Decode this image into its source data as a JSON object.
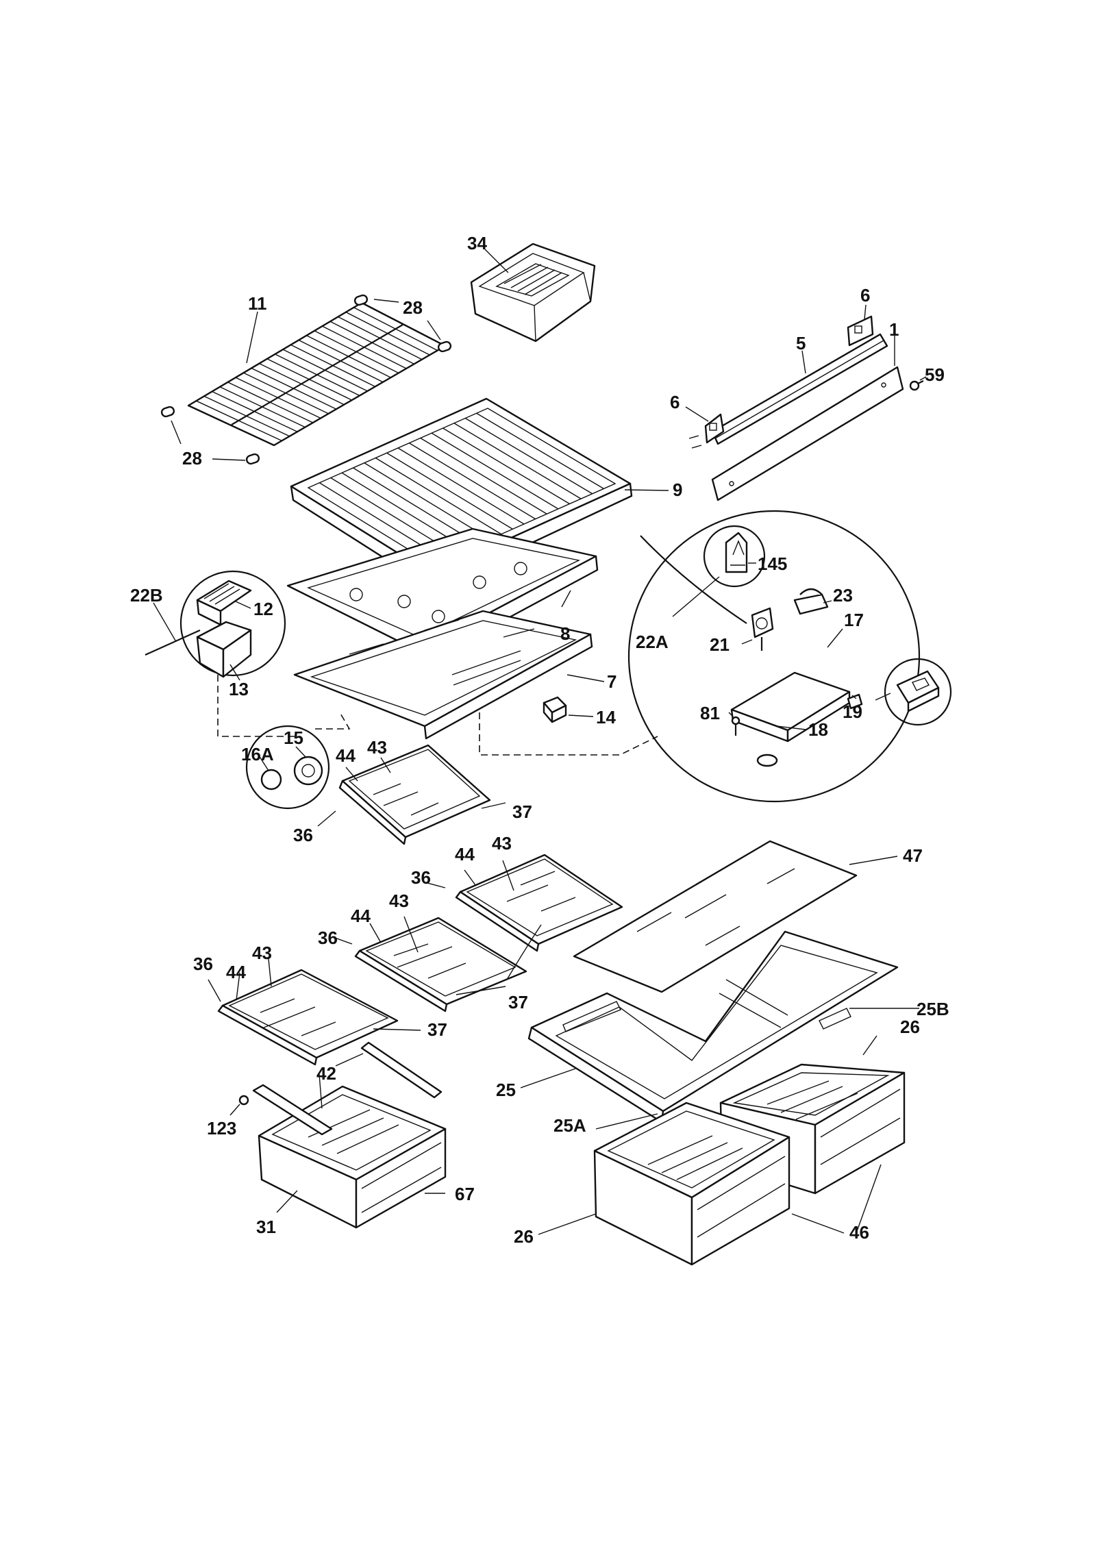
{
  "callouts": [
    {
      "id": "c34",
      "text": "34"
    },
    {
      "id": "c11",
      "text": "11"
    },
    {
      "id": "c28a",
      "text": "28"
    },
    {
      "id": "c28b",
      "text": "28"
    },
    {
      "id": "c6a",
      "text": "6"
    },
    {
      "id": "c6b",
      "text": "6"
    },
    {
      "id": "c5",
      "text": "5"
    },
    {
      "id": "c1",
      "text": "1"
    },
    {
      "id": "c59",
      "text": "59"
    },
    {
      "id": "c9",
      "text": "9"
    },
    {
      "id": "c22b",
      "text": "22B"
    },
    {
      "id": "c12",
      "text": "12"
    },
    {
      "id": "c13",
      "text": "13"
    },
    {
      "id": "c8",
      "text": "8"
    },
    {
      "id": "c7",
      "text": "7"
    },
    {
      "id": "c14",
      "text": "14"
    },
    {
      "id": "c145",
      "text": "145"
    },
    {
      "id": "c23",
      "text": "23"
    },
    {
      "id": "c17",
      "text": "17"
    },
    {
      "id": "c22a",
      "text": "22A"
    },
    {
      "id": "c21",
      "text": "21"
    },
    {
      "id": "c81",
      "text": "81"
    },
    {
      "id": "c18",
      "text": "18"
    },
    {
      "id": "c19",
      "text": "19"
    },
    {
      "id": "c15",
      "text": "15"
    },
    {
      "id": "c16a",
      "text": "16A"
    },
    {
      "id": "c44a",
      "text": "44"
    },
    {
      "id": "c43a",
      "text": "43"
    },
    {
      "id": "c37a",
      "text": "37"
    },
    {
      "id": "c36a",
      "text": "36"
    },
    {
      "id": "c44b",
      "text": "44"
    },
    {
      "id": "c43b",
      "text": "43"
    },
    {
      "id": "c36b",
      "text": "36"
    },
    {
      "id": "c44c",
      "text": "44"
    },
    {
      "id": "c43c",
      "text": "43"
    },
    {
      "id": "c36c",
      "text": "36"
    },
    {
      "id": "c37b",
      "text": "37"
    },
    {
      "id": "c36d",
      "text": "36"
    },
    {
      "id": "c44d",
      "text": "44"
    },
    {
      "id": "c43d",
      "text": "43"
    },
    {
      "id": "c37c",
      "text": "37"
    },
    {
      "id": "c47",
      "text": "47"
    },
    {
      "id": "c25b",
      "text": "25B"
    },
    {
      "id": "c26a",
      "text": "26"
    },
    {
      "id": "c42",
      "text": "42"
    },
    {
      "id": "c25",
      "text": "25"
    },
    {
      "id": "c25a",
      "text": "25A"
    },
    {
      "id": "c123",
      "text": "123"
    },
    {
      "id": "c67",
      "text": "67"
    },
    {
      "id": "c31",
      "text": "31"
    },
    {
      "id": "c26b",
      "text": "26"
    },
    {
      "id": "c46",
      "text": "46"
    }
  ]
}
